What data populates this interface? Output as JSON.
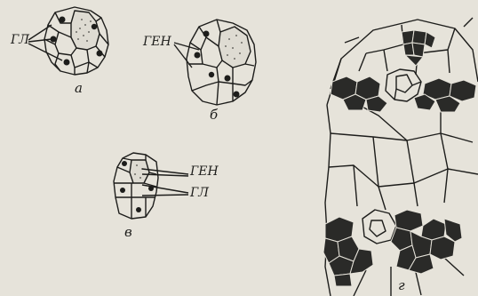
{
  "panels": {
    "a": {
      "caption": "а",
      "label": "ГЛ"
    },
    "b": {
      "caption": "б",
      "label": "ГЕН"
    },
    "c": {
      "caption": "в",
      "label_top": "ГЕН",
      "label_bottom": "ГЛ"
    },
    "d": {
      "caption": "г"
    }
  },
  "colors": {
    "background": "#e6e3da",
    "ink": "#1d1d1b",
    "fill_dark": "#2a2a28"
  }
}
